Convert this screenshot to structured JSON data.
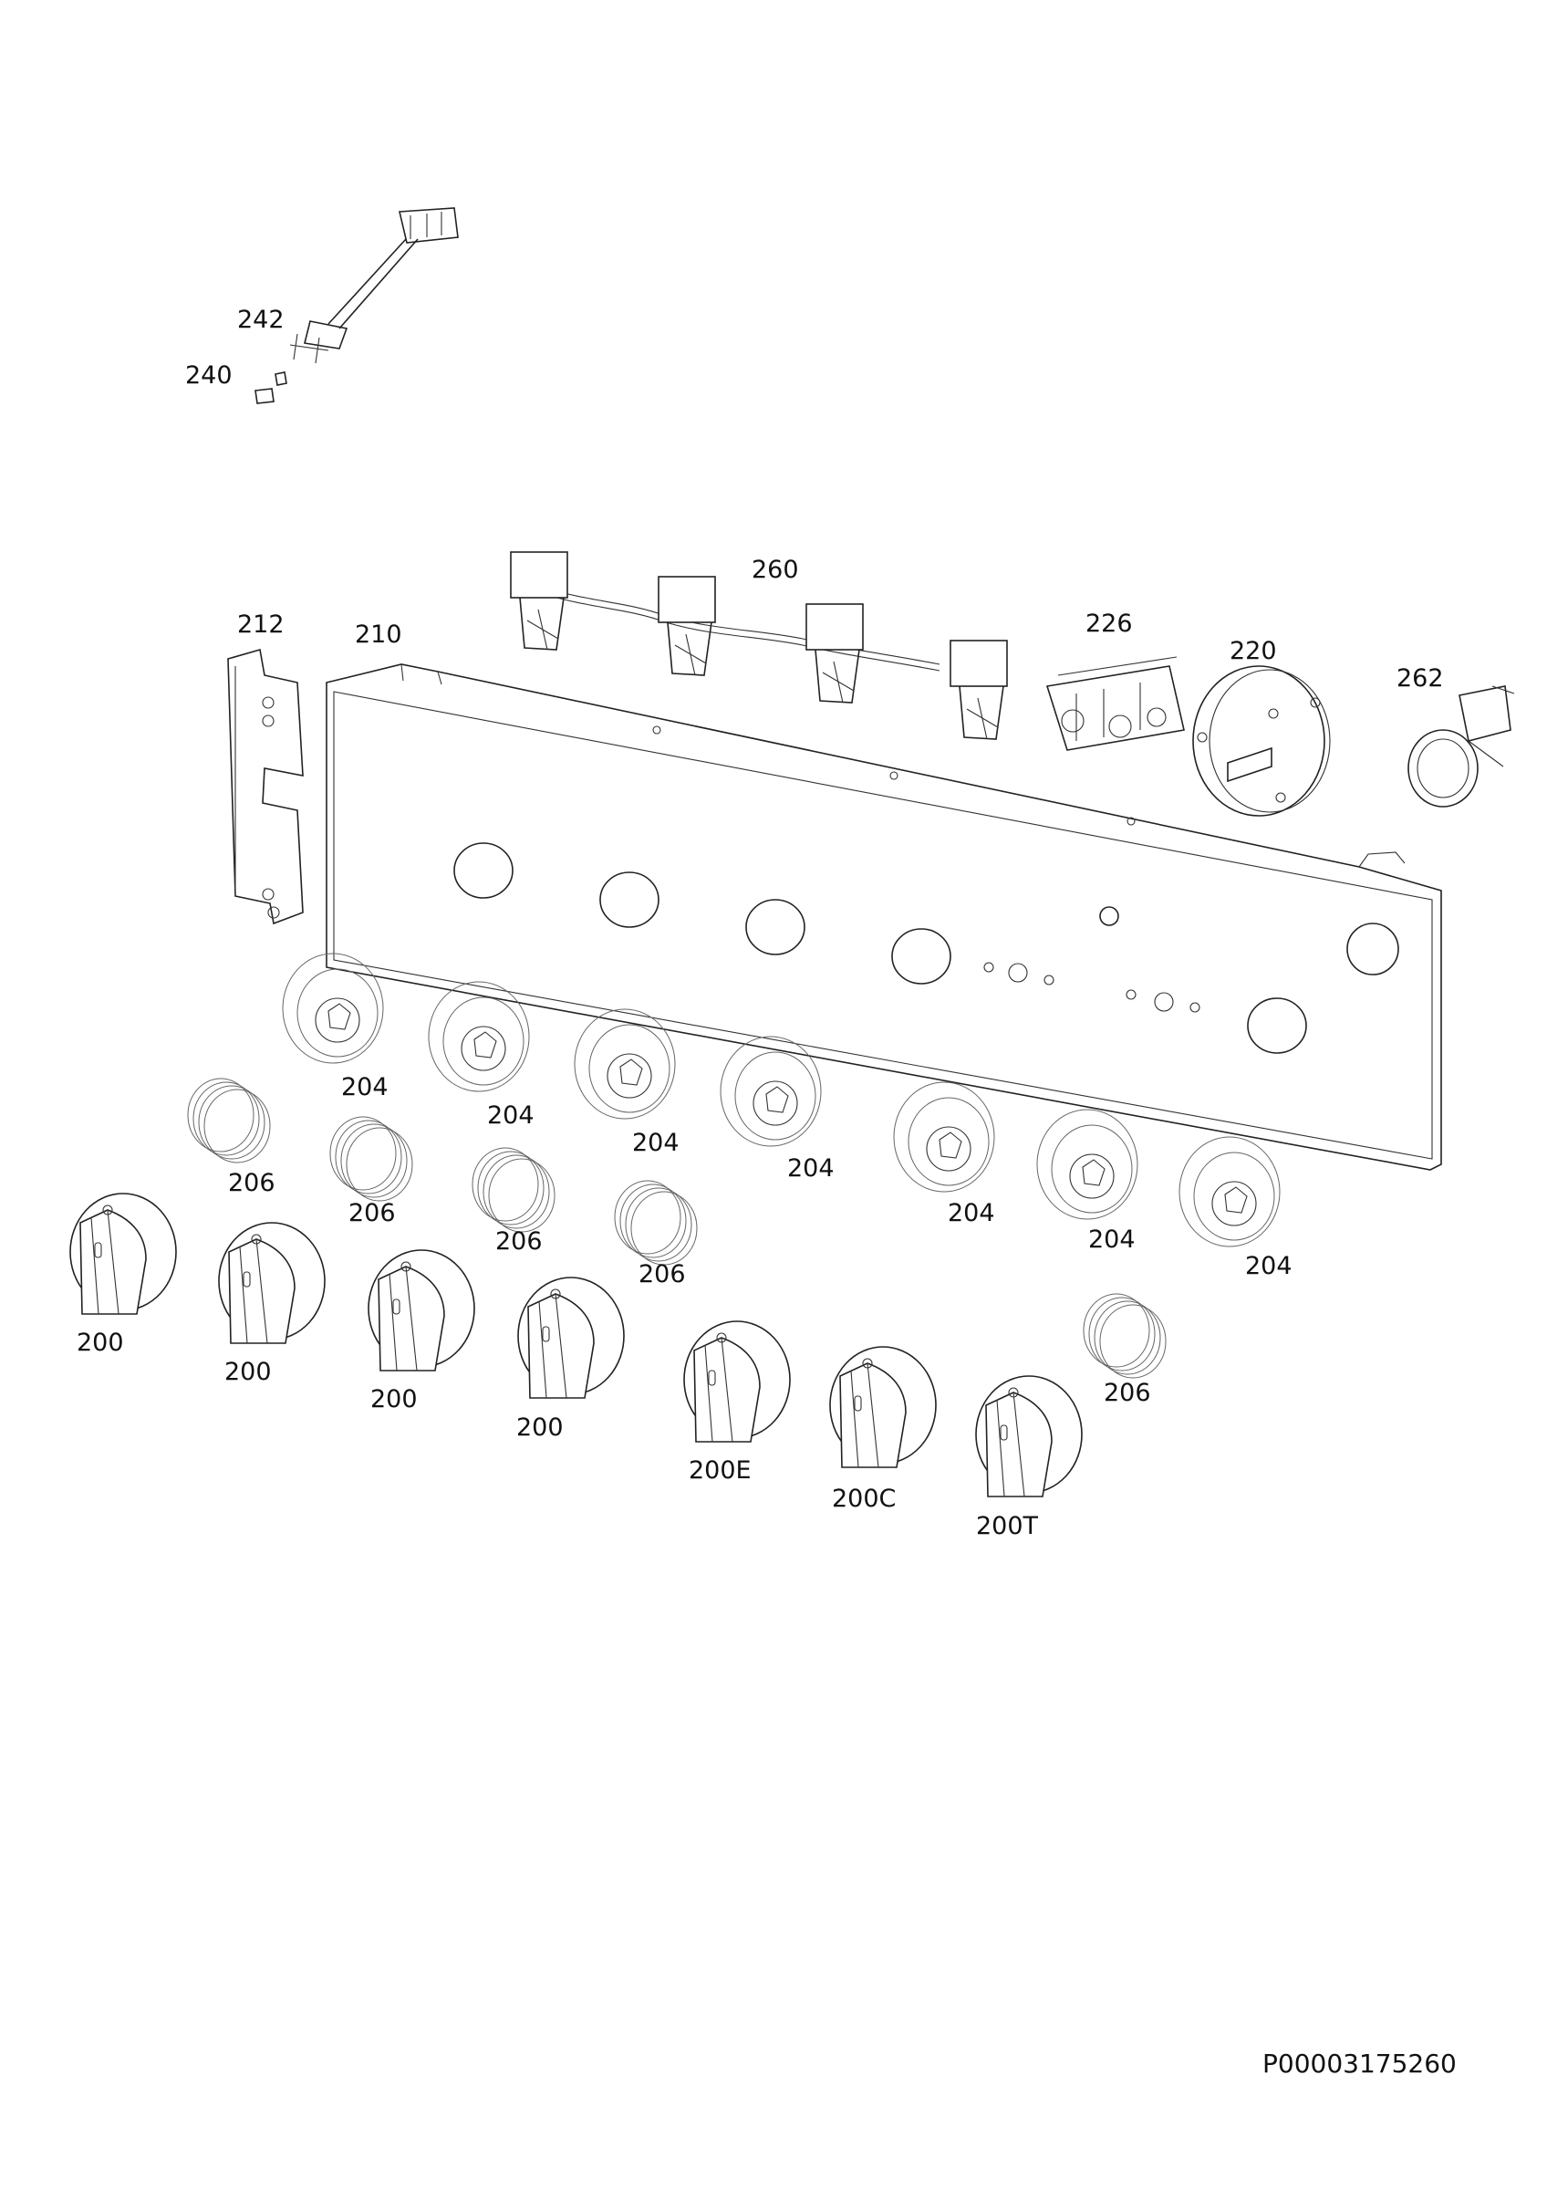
{
  "labels": {
    "l242": "242",
    "l240": "240",
    "l260": "260",
    "l212": "212",
    "l210": "210",
    "l226": "226",
    "l220": "220",
    "l262": "262",
    "l204a": "204",
    "l204b": "204",
    "l204c": "204",
    "l204d": "204",
    "l204e": "204",
    "l204f": "204",
    "l204g": "204",
    "l206a": "206",
    "l206b": "206",
    "l206c": "206",
    "l206d": "206",
    "l206e": "206",
    "l200a": "200",
    "l200b": "200",
    "l200c": "200",
    "l200d": "200",
    "l200E": "200E",
    "l200C": "200C",
    "l200T": "200T"
  },
  "document_code": "P00003175260"
}
